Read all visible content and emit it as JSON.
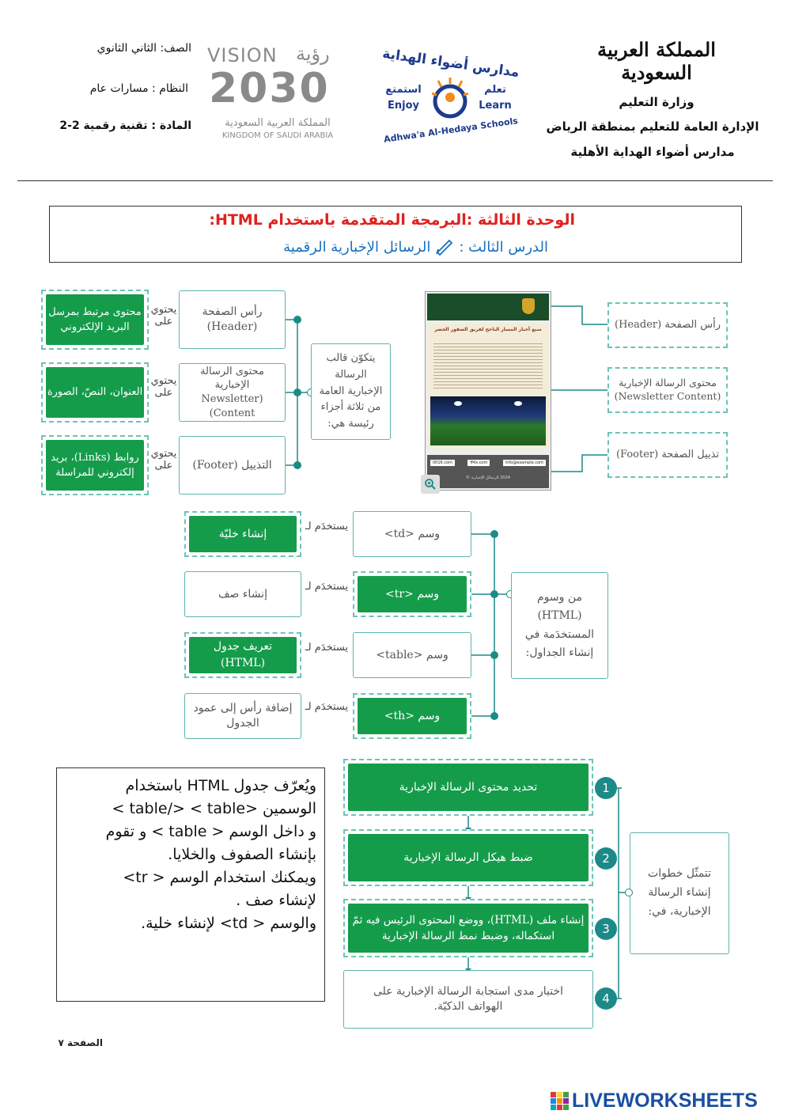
{
  "header": {
    "kingdom_calligraphy": "المملكة العربية السعودية",
    "ministry": "وزارة التعليم",
    "directorate": "الإدارة العامة للتعليم بمنطقة الرياض",
    "school": "مدارس أضواء الهداية الأهلية",
    "school_logo": {
      "arabic_name": "مدارس أضواء الهداية",
      "learn_ar": "تعلم",
      "learn_en": "Learn",
      "enjoy_ar": "استمتع",
      "enjoy_en": "Enjoy",
      "english_name": "Adhwa'a Al-Hedaya Schools"
    },
    "vision_logo": {
      "vision_en": "VISION",
      "vision_ar": "رؤية",
      "year": "2030",
      "kingdom_ar": "المملكة العربية السعودية",
      "kingdom_en": "KINGDOM OF SAUDI ARABIA"
    },
    "grade": "الصف: الثاني الثانوي",
    "system": "النظام : مسارات عام",
    "subject": "المادة :  تقنية رقمية 2-2"
  },
  "title_box": {
    "unit": "الوحدة الثالثة  :البرمجة المتقدمة باستخدام HTML:",
    "lesson_prefix": "الدرس الثالث :",
    "lesson_name": "الرسائل الإخبارية الرقمية",
    "pen_icon": "hand-writing-icon"
  },
  "newsletter_map": {
    "center": "يتكوّن قالب الرسالة الإخبارية العامة من ثلاثة أجزاء رئيسة هي:",
    "contains": "يحتوي على",
    "parts": [
      {
        "name": "رأس الصفحة (Header)",
        "content": "محتوى مرتبط بمرسل البريد الإلكتروني"
      },
      {
        "name": "محتوى الرسالة الإخبارية (Newsletter Content)",
        "content": "العنوان، النصّ، الصورة"
      },
      {
        "name": "التذييل (Footer)",
        "content": "روابط (Links)، بريد إلكتروني للمراسلة"
      }
    ]
  },
  "preview": {
    "article_title": "سبع أخبار المسار الناجح لفريق الصقور الخضر",
    "footer_links": [
      "0016.com",
      "ff4x.com",
      "info@example.com"
    ],
    "footer_copy": "2024 الرسائل الإخبارية ©",
    "labels": [
      "رأس الصفحة (Header)",
      "محتوى الرسالة الإخبارية (Newsletter Content)",
      "تذييل الصفحة (Footer)"
    ],
    "zoom_icon": "zoom-in-icon"
  },
  "tags_map": {
    "center": "من وسوم (HTML) المستخدَمة في إنشاء الجداول:",
    "used_for": "يستخدَم لـ",
    "tags": [
      {
        "tag": "وسم <td>",
        "use": "إنشاء خليّة"
      },
      {
        "tag": "وسم <tr>",
        "use": "إنشاء صف"
      },
      {
        "tag": "وسم <table>",
        "use": "تعريف جدول (HTML)"
      },
      {
        "tag": "وسم <th>",
        "use": "إضافة رأس إلى عمود الجدول"
      }
    ]
  },
  "steps_map": {
    "center": "تتمثّل خطوات إنشاء الرسالة الإخبارية، في:",
    "steps": [
      {
        "num": "1",
        "text": "تحديد محتوى الرسالة الإخبارية"
      },
      {
        "num": "2",
        "text": "ضبط هيكل الرسالة الإخبارية"
      },
      {
        "num": "3",
        "text": "إنشاء ملف (HTML)، ووضع المحتوى الرئيس فيه ثمّ استكماله، وضبط نمط الرسالة الإخبارية"
      },
      {
        "num": "4",
        "text": "اختبار مدى استجابة الرسالة الإخبارية على الهواتف الذكيّة."
      }
    ]
  },
  "note_box": {
    "lines": [
      "ويُعرّف جدول HTML باستخدام",
      "الوسمين     <table/>    < table >",
      "و داخل الوسم < table >   و تقوم",
      "بإنشاء الصفوف والخلايا.",
      "ويمكنك استخدام الوسم  < tr>",
      "لإنشاء صف .",
      "والوسم < td>  لإنشاء خلية."
    ]
  },
  "page_number": "الصفحة ٧",
  "footer_brand": "LIVEWORKSHEETS",
  "colors": {
    "green": "#159c4b",
    "teal": "#1d8a87",
    "red_title": "#e02020",
    "blue_title": "#1a6fbf"
  }
}
